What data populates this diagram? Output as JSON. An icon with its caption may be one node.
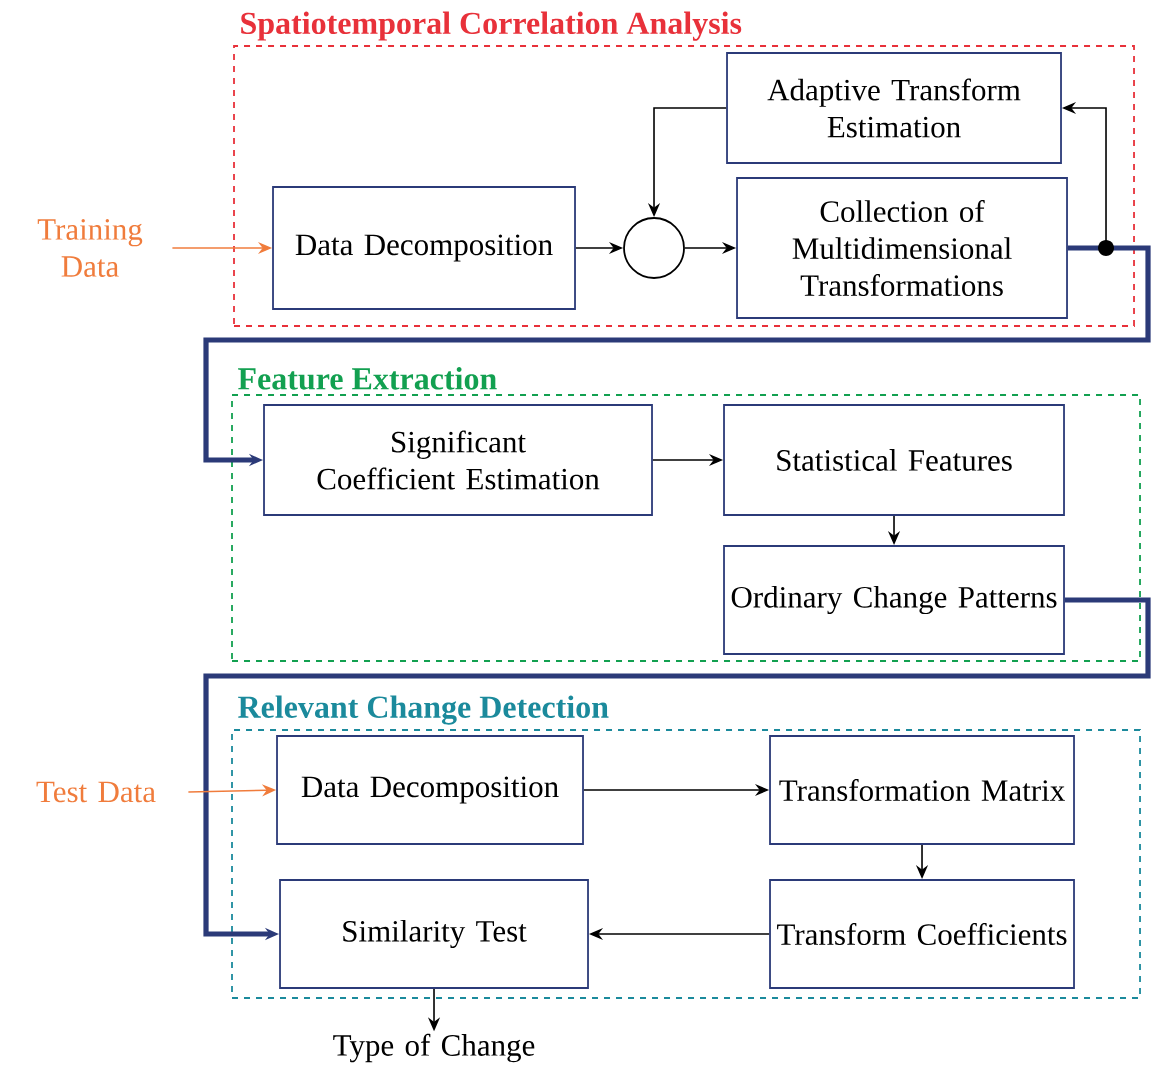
{
  "diagram": {
    "nodes": [
      {
        "text": [
          "Spatiotemporal Correlation Analysis"
        ]
      },
      {
        "text": [
          "Training Data"
        ]
      },
      {
        "text": [
          "Data Decomposition"
        ],
        "in": 0
      },
      {
        "text": [],
        "shape": "circle",
        "in": 0
      },
      {
        "text": [
          "Adaptive Transform Estimation"
        ],
        "in": 0
      },
      {
        "text": [
          "Collection of Multidimensional Transformations"
        ],
        "in": 0
      },
      {
        "text": [
          "Feature Extraction"
        ]
      },
      {
        "text": [
          "Significant Coefficient Estimation"
        ],
        "in": 6
      },
      {
        "text": [
          "Statistical Features"
        ],
        "in": 6
      },
      {
        "text": [
          "Ordinary Change Patterns"
        ],
        "in": 6
      },
      {
        "text": [
          "Relevant Change Detection"
        ]
      },
      {
        "text": [
          "Test Data"
        ]
      },
      {
        "text": [
          "Data Decomposition"
        ],
        "in": 10
      },
      {
        "text": [
          "Transformation Matrix"
        ],
        "in": 10
      },
      {
        "text": [
          "Transform Coefficients"
        ],
        "in": 10
      },
      {
        "text": [
          "Similarity Test"
        ],
        "in": 10
      },
      {
        "text": [
          "Type of Change"
        ]
      }
    ],
    "edges": [
      {
        "from": 1,
        "to": 2,
        "arrow": "to",
        "color": "#f07c3c"
      },
      {
        "from": 2,
        "to": 3,
        "arrow": "to"
      },
      {
        "from": 4,
        "to": 3,
        "arrow": "to"
      },
      {
        "from": 3,
        "to": 5,
        "arrow": "to"
      },
      {
        "from": 5,
        "to": 4,
        "arrow": "to"
      },
      {
        "from": 5,
        "to": 7,
        "arrow": "to",
        "style": "thick",
        "color": "#2b3a78"
      },
      {
        "from": 7,
        "to": 8,
        "arrow": "to"
      },
      {
        "from": 8,
        "to": 9,
        "arrow": "to"
      },
      {
        "from": 9,
        "to": 15,
        "arrow": "to",
        "style": "thick",
        "color": "#2b3a78"
      },
      {
        "from": 11,
        "to": 12,
        "arrow": "to",
        "color": "#f07c3c"
      },
      {
        "from": 12,
        "to": 13,
        "arrow": "to"
      },
      {
        "from": 13,
        "to": 14,
        "arrow": "to"
      },
      {
        "from": 14,
        "to": 15,
        "arrow": "to"
      },
      {
        "from": 15,
        "to": 16,
        "arrow": "to"
      }
    ]
  }
}
